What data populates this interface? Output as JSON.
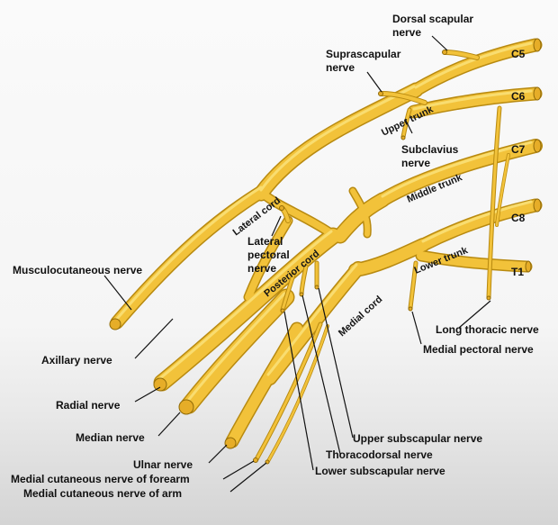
{
  "colors": {
    "nerve": "#f2c23a",
    "nerve_edge": "#b88a10",
    "nerve_highlight": "#fbe27a",
    "label_text": "#111111",
    "paper": "#f5f5f5"
  },
  "roots": {
    "c5": "C5",
    "c6": "C6",
    "c7": "C7",
    "c8": "C8",
    "t1": "T1"
  },
  "structures": {
    "upper_trunk": "Upper trunk",
    "middle_trunk": "Middle trunk",
    "lower_trunk": "Lower trunk",
    "lateral_cord": "Lateral cord",
    "posterior_cord": "Posterior cord",
    "medial_cord": "Medial cord"
  },
  "labels": {
    "dorsal_scapular_1": "Dorsal scapular",
    "dorsal_scapular_2": "nerve",
    "suprascapular_1": "Suprascapular",
    "suprascapular_2": "nerve",
    "subclavius_1": "Subclavius",
    "subclavius_2": "nerve",
    "lateral_pectoral_1": "Lateral",
    "lateral_pectoral_2": "pectoral",
    "lateral_pectoral_3": "nerve",
    "musculocutaneous": "Musculocutaneous nerve",
    "axillary": "Axillary nerve",
    "radial": "Radial nerve",
    "median": "Median nerve",
    "ulnar": "Ulnar nerve",
    "med_cut_forearm": "Medial cutaneous nerve of forearm",
    "med_cut_arm": "Medial cutaneous nerve of arm",
    "long_thoracic": "Long thoracic nerve",
    "medial_pectoral": "Medial pectoral nerve",
    "upper_subscapular": "Upper subscapular nerve",
    "thoracodorsal": "Thoracodorsal nerve",
    "lower_subscapular": "Lower subscapular nerve"
  }
}
